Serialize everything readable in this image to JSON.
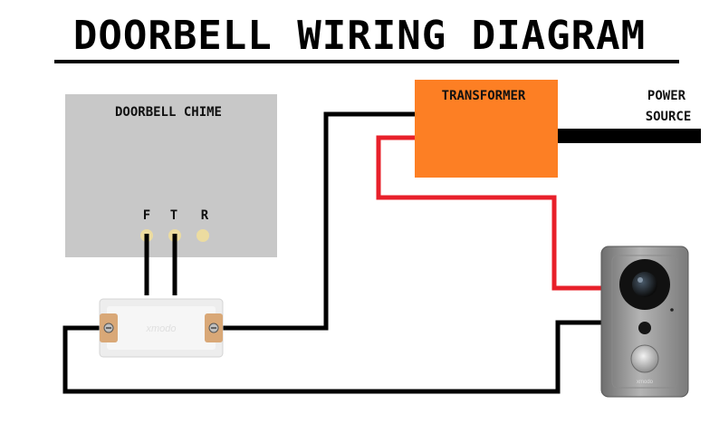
{
  "title": "DOORBELL WIRING DIAGRAM",
  "chime": {
    "label": "DOORBELL CHIME",
    "terminals": [
      "F",
      "T",
      "R"
    ],
    "color": "#c8c8c8"
  },
  "transformer": {
    "label": "TRANSFORMER",
    "color": "#fd7f24"
  },
  "power_source": {
    "line1": "POWER",
    "line2": "SOURCE"
  },
  "adapter": {
    "brand": "xmodo"
  },
  "doorbell": {
    "brand": "xmodo"
  },
  "wire_colors": {
    "black": "#000000",
    "red": "#e8202a"
  }
}
